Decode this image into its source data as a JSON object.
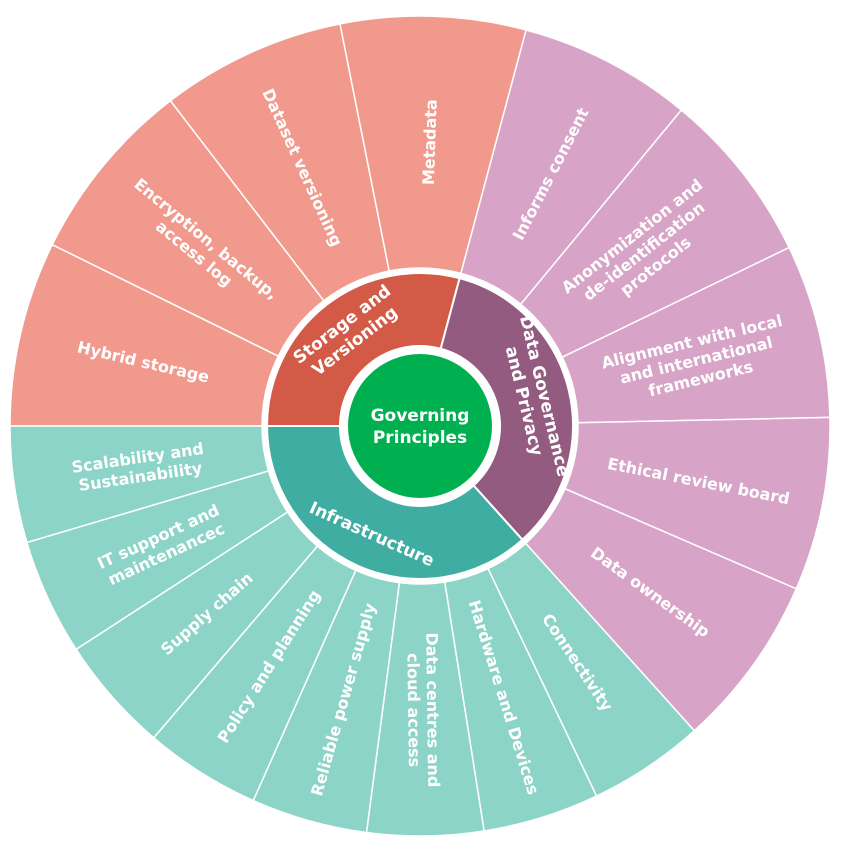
{
  "center": {
    "lines": [
      "Governing",
      "Principles"
    ],
    "color": "#00b050"
  },
  "segments": [
    {
      "lines": [
        "Storage and",
        "Versioning"
      ],
      "inner_color": "#d45a48",
      "outer_color": "#f0998c",
      "children": [
        {
          "lines": [
            "Hybrid storage"
          ]
        },
        {
          "lines": [
            "Encryption, backup,",
            "access log"
          ]
        },
        {
          "lines": [
            "Dataset versioning"
          ]
        },
        {
          "lines": [
            "Metadata"
          ]
        }
      ]
    },
    {
      "lines": [
        "Data Governance",
        "and Privacy"
      ],
      "inner_color": "#945b80",
      "outer_color": "#d7a3c6",
      "children": [
        {
          "lines": [
            "Informs consent"
          ]
        },
        {
          "lines": [
            "Anonymization and",
            "de-identification",
            "protocols"
          ]
        },
        {
          "lines": [
            "Alignment with local",
            "and international",
            "frameworks"
          ]
        },
        {
          "lines": [
            "Ethical review board"
          ]
        },
        {
          "lines": [
            "Data ownership"
          ]
        }
      ]
    },
    {
      "lines": [
        "Infrastructure"
      ],
      "inner_color": "#40ada2",
      "outer_color": "#8dd4c8",
      "children": [
        {
          "lines": [
            "Connectivity"
          ]
        },
        {
          "lines": [
            "Hardware and Devices"
          ]
        },
        {
          "lines": [
            "Data centres and",
            "cloud access"
          ]
        },
        {
          "lines": [
            "Reliable power supply"
          ]
        },
        {
          "lines": [
            "Policy and planning"
          ]
        },
        {
          "lines": [
            "Supply chain"
          ]
        },
        {
          "lines": [
            "IT support and",
            "maintenancec"
          ]
        },
        {
          "lines": [
            "Scalability and",
            "Sustainability"
          ]
        }
      ]
    }
  ]
}
